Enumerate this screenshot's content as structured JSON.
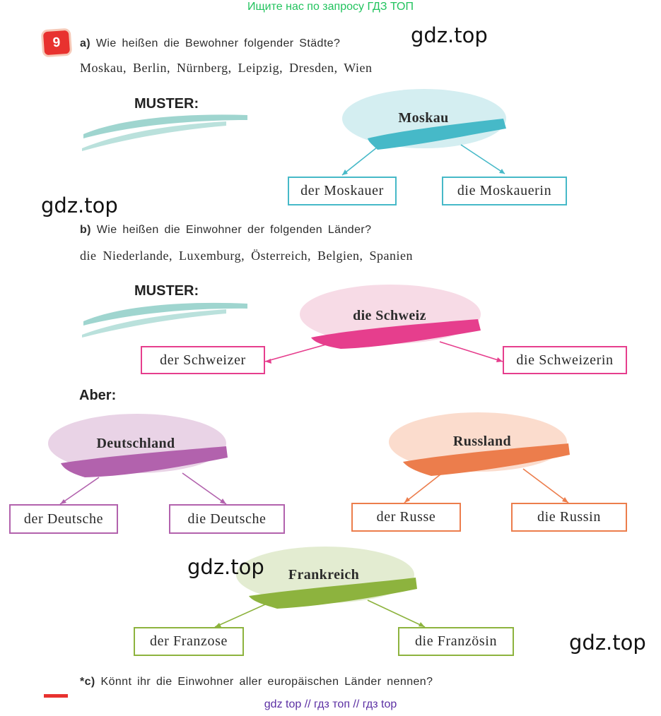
{
  "banner": "Ищите нас по запросу ГДЗ ТОП",
  "watermark": "gdz.top",
  "task_number": "9",
  "part_a": {
    "label": "a)",
    "question": "Wie heißen die Bewohner folgender Städte?",
    "words": "Moskau, Berlin, Nürnberg, Leipzig, Dresden, Wien"
  },
  "part_b": {
    "label": "b)",
    "question": "Wie heißen die Einwohner der folgenden Länder?",
    "words": "die Niederlande, Luxemburg, Österreich, Belgien, Spanien"
  },
  "part_c": {
    "label": "*c)",
    "question": "Könnt ihr die Einwohner aller europäischen Länder nennen?"
  },
  "muster": "MUSTER:",
  "aber": "Aber:",
  "diagrams": {
    "moskau": {
      "title": "Moskau",
      "male": "der Moskauer",
      "female": "die Moskauerin",
      "color": "#46b9c8"
    },
    "schweiz": {
      "title": "die Schweiz",
      "male": "der Schweizer",
      "female": "die Schweizerin",
      "color": "#e63e8d"
    },
    "deutschland": {
      "title": "Deutschland",
      "male": "der Deutsche",
      "female": "die Deutsche",
      "color": "#b262ad"
    },
    "russland": {
      "title": "Russland",
      "male": "der Russe",
      "female": "die Russin",
      "color": "#ec7d4c"
    },
    "frankreich": {
      "title": "Frankreich",
      "male": "der Franzose",
      "female": "die Französin",
      "color": "#8db33e"
    }
  },
  "footer": "gdz top  //  гдз топ  //  гдз top"
}
